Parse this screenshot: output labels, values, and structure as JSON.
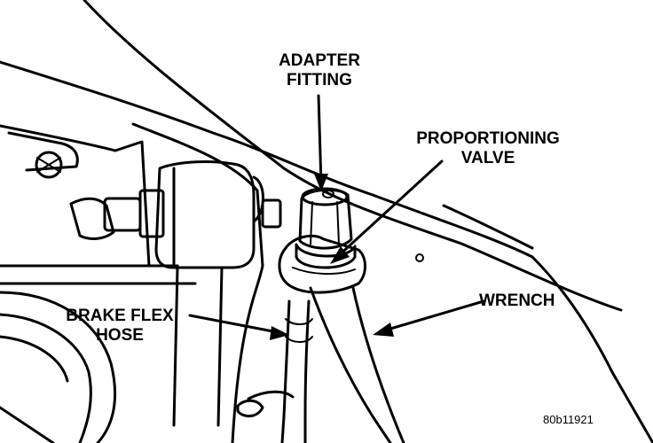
{
  "labels": {
    "adapter_fitting": {
      "line1": "ADAPTER",
      "line2": "FITTING"
    },
    "proportioning_valve": {
      "line1": "PROPORTIONING",
      "line2": "VALVE"
    },
    "brake_flex_hose": {
      "line1": "BRAKE FLEX",
      "line2": "HOSE"
    },
    "wrench": "WRENCH"
  },
  "figure_id": "80b11921",
  "colors": {
    "ink": "#000000",
    "paper": "#ffffff"
  }
}
